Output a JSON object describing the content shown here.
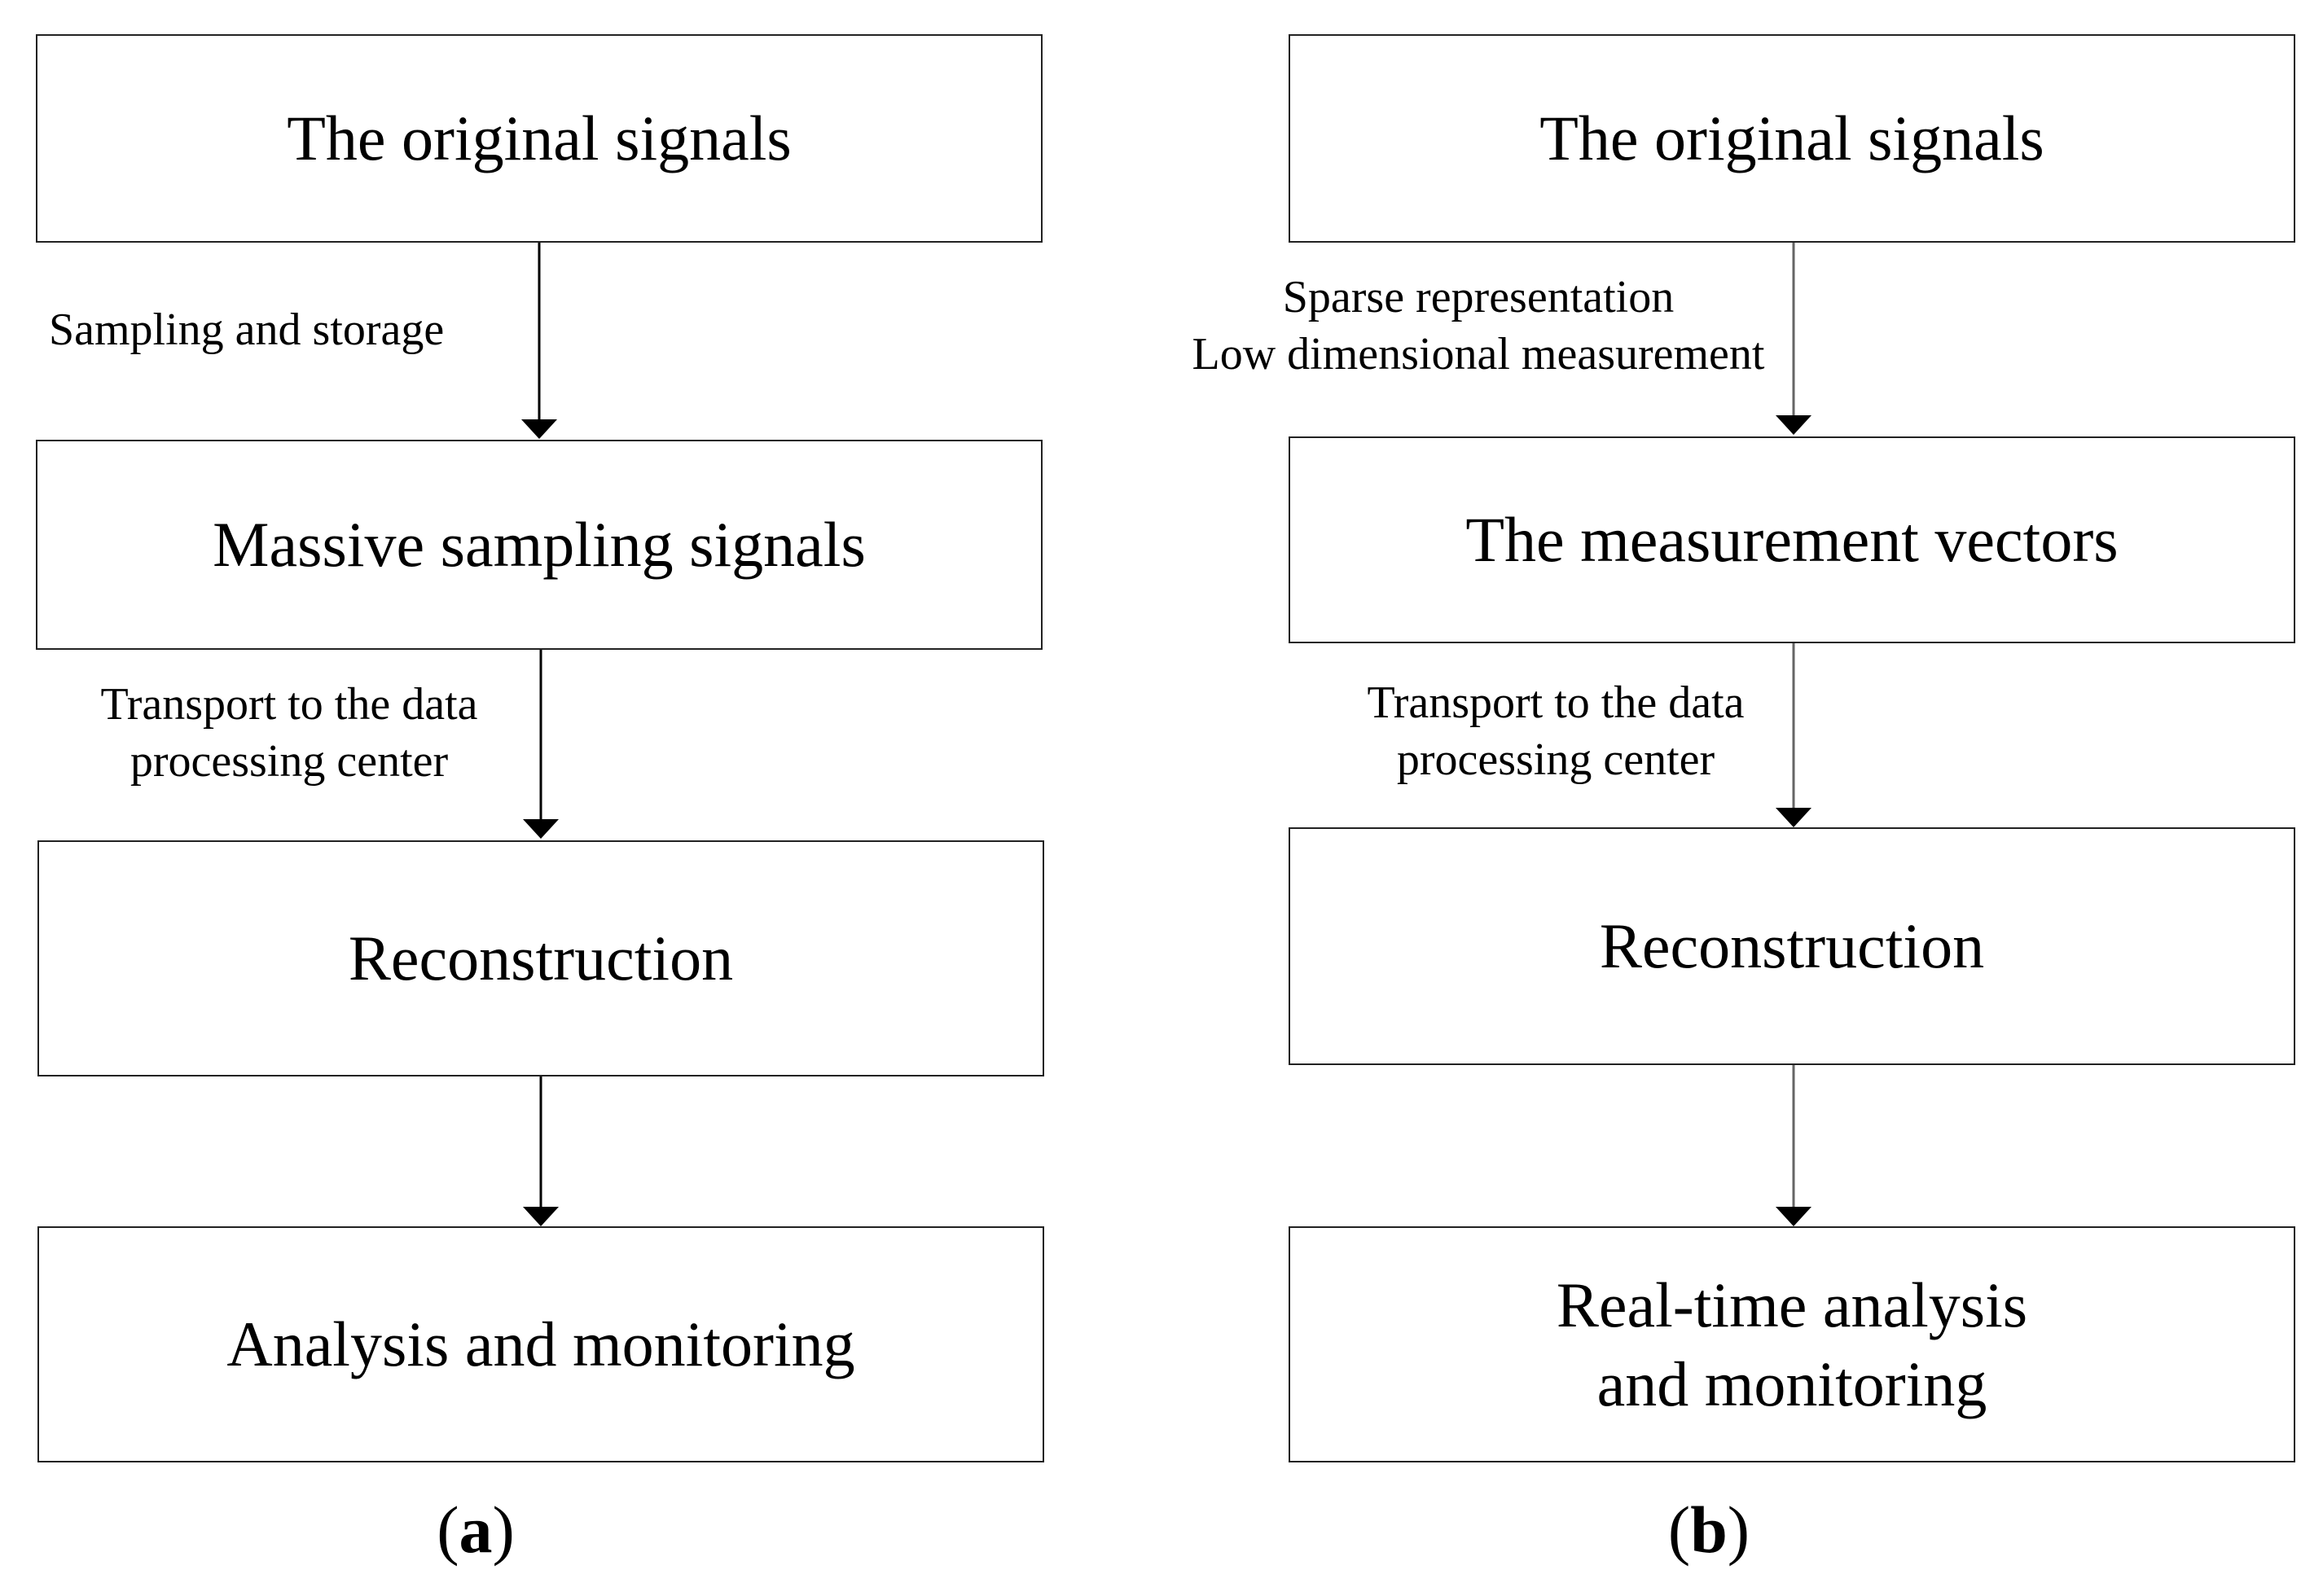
{
  "panel_a": {
    "caption_letter": "a",
    "nodes": [
      {
        "id": "a1",
        "text": "The original signals"
      },
      {
        "id": "a2",
        "text": "Massive sampling signals"
      },
      {
        "id": "a3",
        "text": "Reconstruction"
      },
      {
        "id": "a4",
        "text": "Analysis and monitoring"
      }
    ],
    "edges": [
      {
        "from": "a1",
        "to": "a2",
        "label": "Sampling and storage"
      },
      {
        "from": "a2",
        "to": "a3",
        "label_line1": "Transport to the data",
        "label_line2": "processing center"
      },
      {
        "from": "a3",
        "to": "a4"
      }
    ]
  },
  "panel_b": {
    "caption_letter": "b",
    "nodes": [
      {
        "id": "b1",
        "text": "The original signals"
      },
      {
        "id": "b2",
        "text": "The measurement vectors"
      },
      {
        "id": "b3",
        "text": "Reconstruction"
      },
      {
        "id": "b4",
        "text_line1": "Real-time analysis",
        "text_line2": "and monitoring"
      }
    ],
    "edges": [
      {
        "from": "b1",
        "to": "b2",
        "label_line1": "Sparse representation",
        "label_line2": "Low dimensional measurement"
      },
      {
        "from": "b2",
        "to": "b3",
        "label_line1": "Transport to the data",
        "label_line2": "processing center"
      },
      {
        "from": "b3",
        "to": "b4"
      }
    ]
  }
}
